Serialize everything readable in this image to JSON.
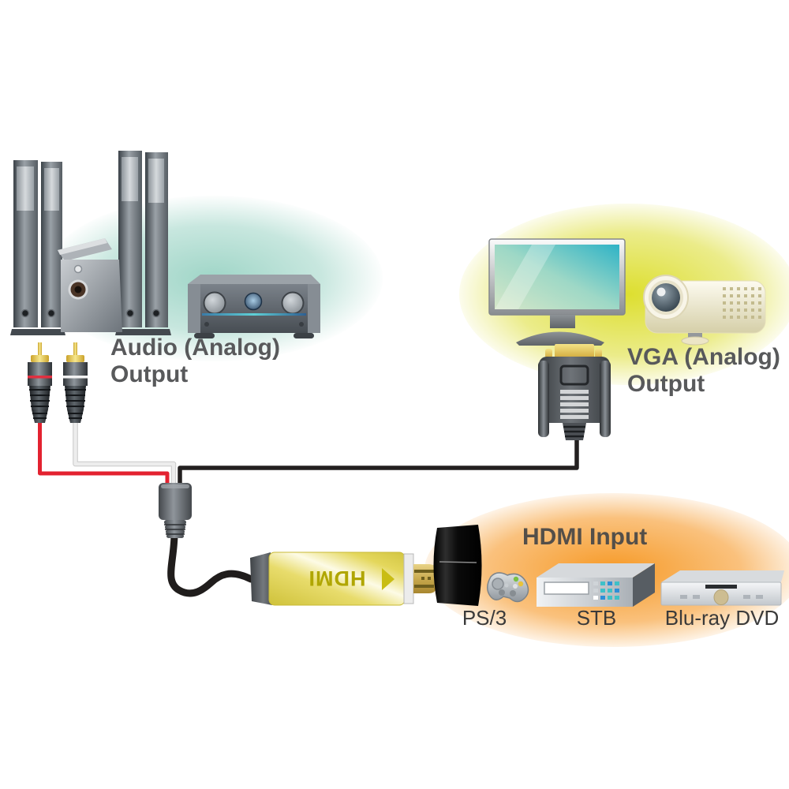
{
  "labels": {
    "audio_output": {
      "line1": "Audio (Analog)",
      "line2": "Output"
    },
    "vga_output": {
      "line1": "VGA (Analog)",
      "line2": "Output"
    },
    "hdmi_input": "HDMI Input",
    "converter": "HDMI",
    "ps3": "PS/3",
    "stb": "STB",
    "bluray": "Blu-ray DVD"
  },
  "colors": {
    "heading_text": "#58595b",
    "hdmi_input_text": "#544f49",
    "device_label_text": "#3a3a3a",
    "audio_cable_red": "#e32230",
    "audio_cable_white": "#ededed",
    "video_cable_black": "#232020",
    "converter_body_yellow": "#e3d54c",
    "converter_text_olive": "#b0a600",
    "gold_connector": "#d9b64a",
    "teal_glow": "#9ad3c4",
    "yellow_glow": "#dbdd24",
    "orange_glow": "#f69823",
    "monitor_screen_teal": "#2fb3c6",
    "monitor_screen_green": "#d4e6c6"
  }
}
